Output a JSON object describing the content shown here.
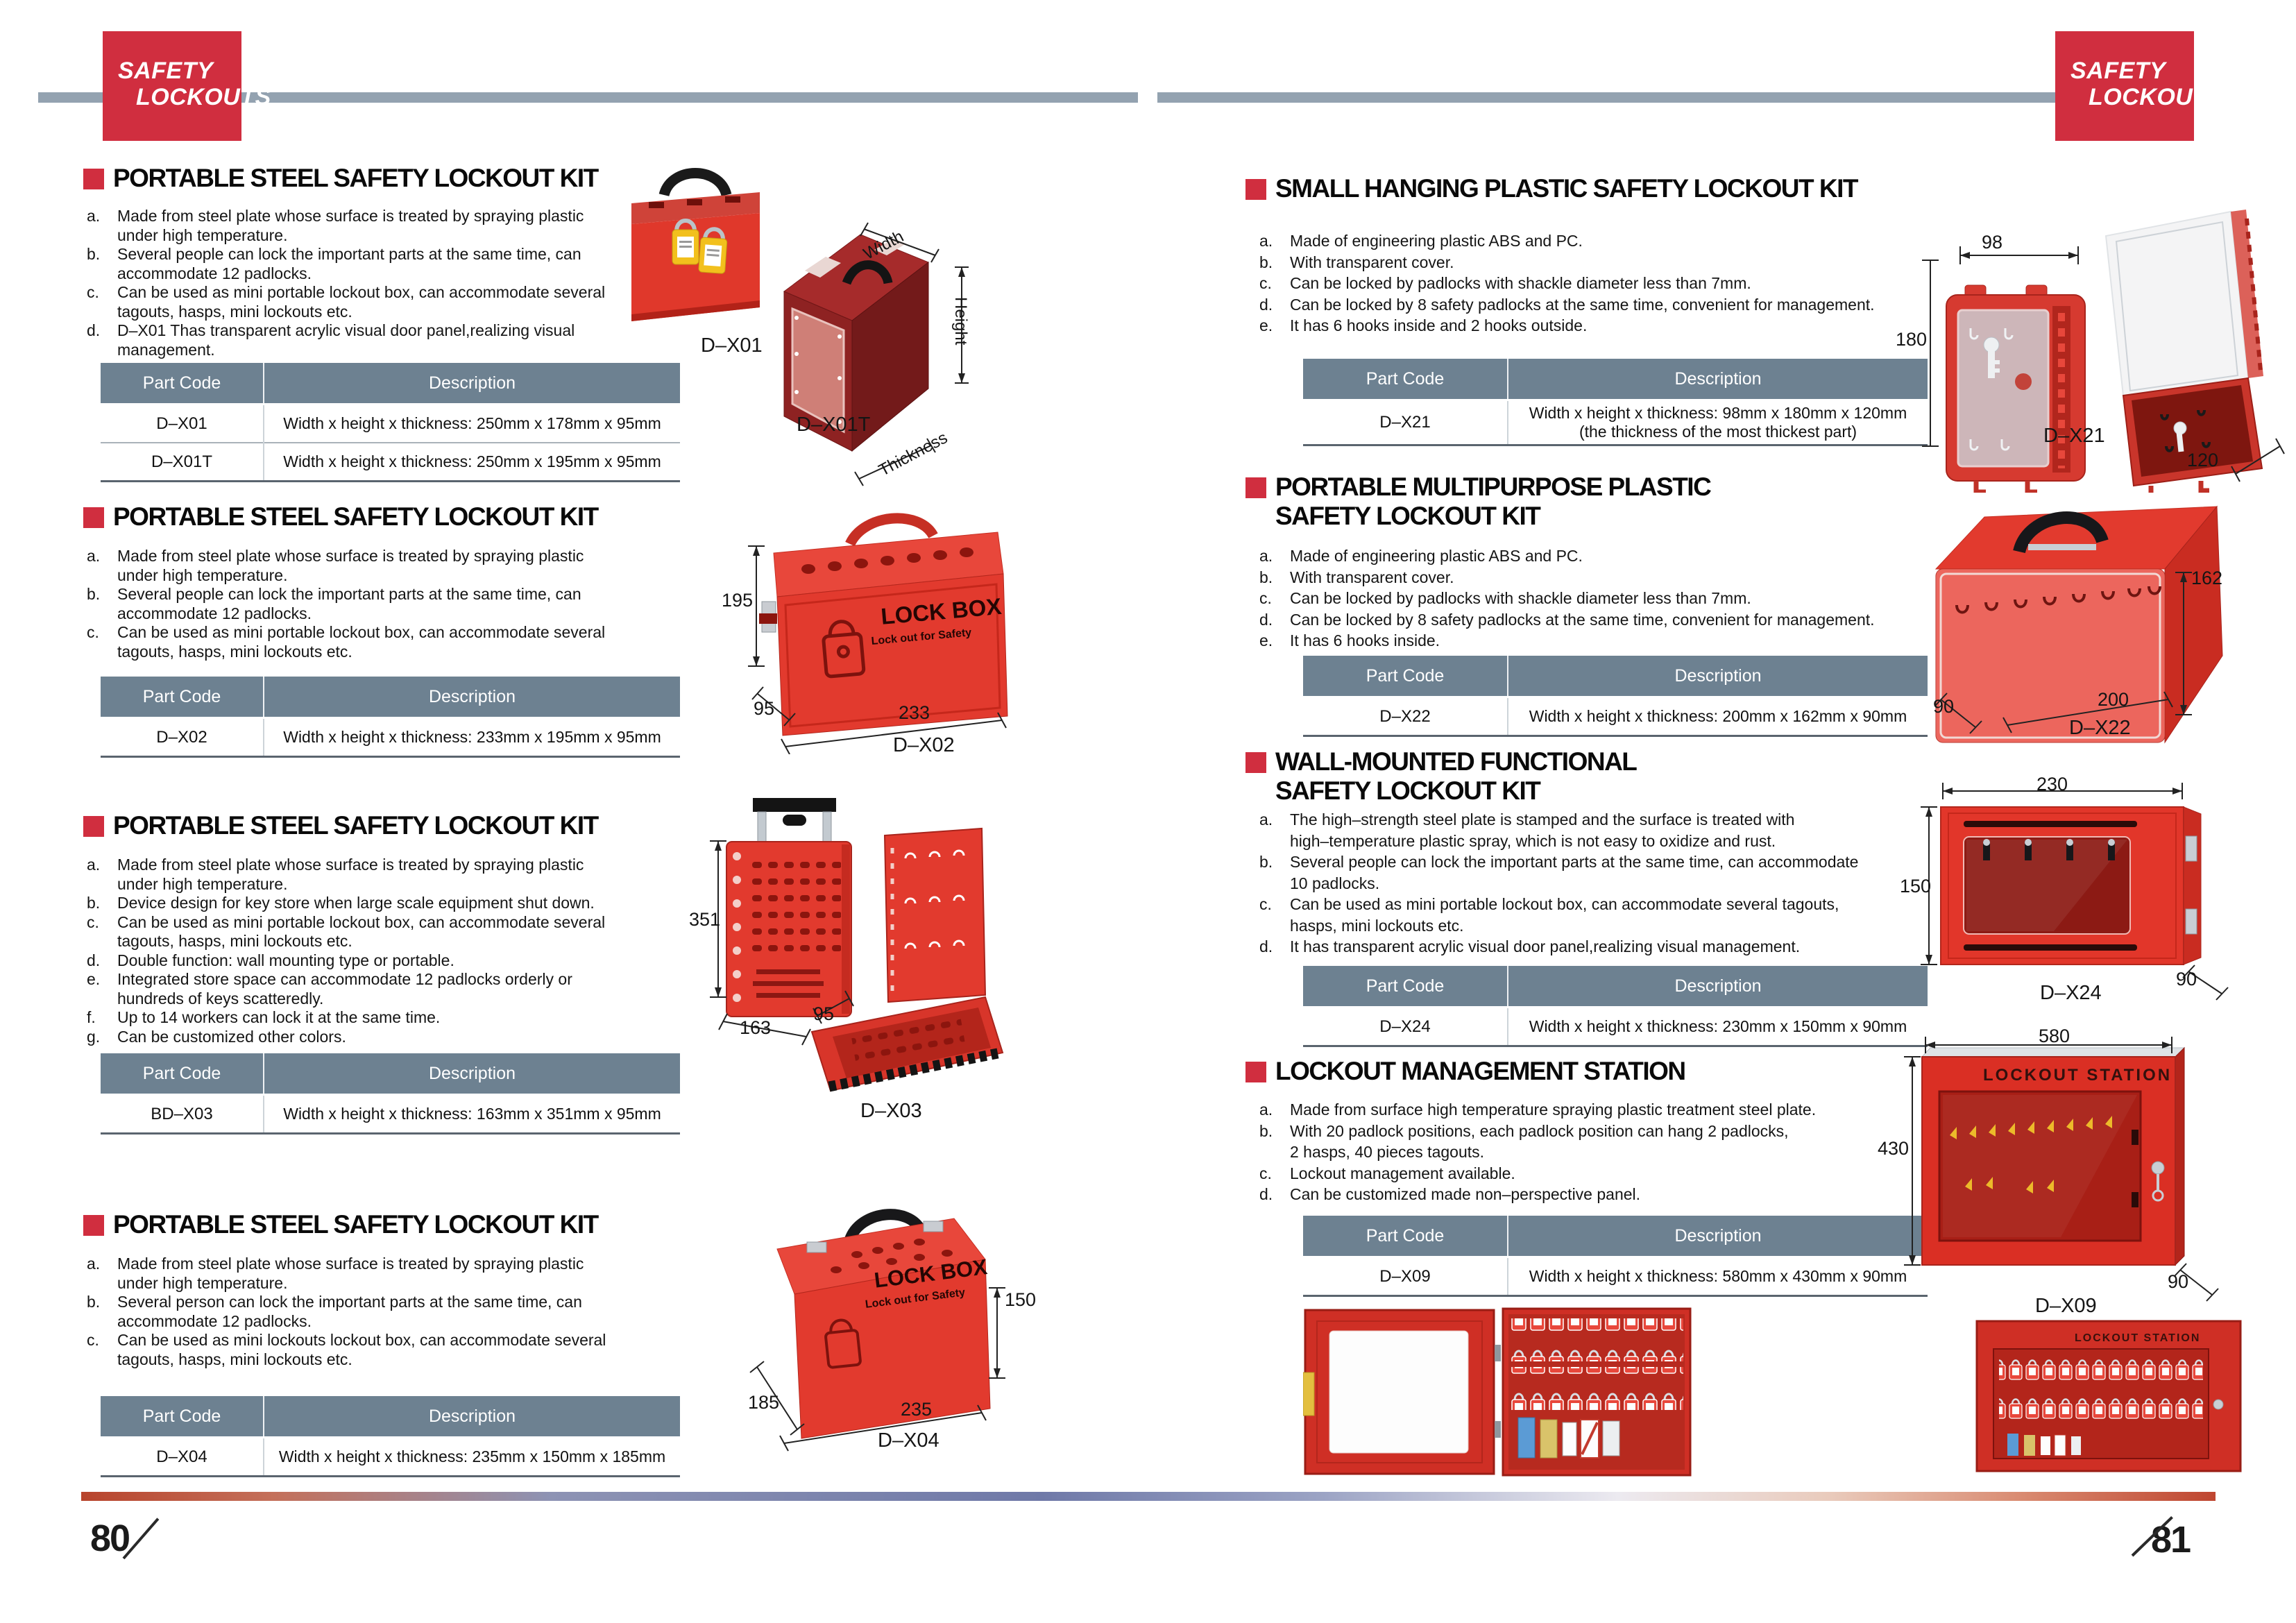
{
  "header": {
    "logo_line1": "SAFETY",
    "logo_line2": "LOCKOUTS"
  },
  "footer": {
    "page_number_left": "80",
    "page_number_right": "81"
  },
  "table_headers": {
    "part_code": "Part Code",
    "description": "Description"
  },
  "left_sections": [
    {
      "title": "PORTABLE STEEL SAFETY LOCKOUT KIT",
      "items": [
        {
          "label": "a.",
          "text": "Made from steel plate whose surface is treated by spraying plastic\nunder high temperature."
        },
        {
          "label": "b.",
          "text": "Several people can lock the important parts at the same time, can\naccommodate 12 padlocks."
        },
        {
          "label": "c.",
          "text": "Can be used as mini portable lockout box, can accommodate several\ntagouts, hasps, mini lockouts etc."
        },
        {
          "label": "d.",
          "text": "D–X01 Thas transparent acrylic visual door panel,realizing visual\nmanagement."
        }
      ],
      "rows": [
        {
          "code": "D–X01",
          "desc": "Width x height x thickness: 250mm x 178mm x 95mm"
        },
        {
          "code": "D–X01T",
          "desc": "Width x height x thickness: 250mm x 195mm x 95mm"
        }
      ]
    },
    {
      "title": "PORTABLE STEEL SAFETY LOCKOUT KIT",
      "items": [
        {
          "label": "a.",
          "text": "Made from steel plate whose surface is treated by spraying plastic\nunder high temperature."
        },
        {
          "label": "b.",
          "text": "Several people can lock the important parts at the same time, can\naccommodate 12 padlocks."
        },
        {
          "label": "c.",
          "text": "Can be used as mini portable lockout box, can accommodate several\ntagouts, hasps, mini lockouts etc."
        }
      ],
      "rows": [
        {
          "code": "D–X02",
          "desc": "Width x height x thickness: 233mm x 195mm x 95mm"
        }
      ]
    },
    {
      "title": "PORTABLE STEEL SAFETY LOCKOUT KIT",
      "items": [
        {
          "label": "a.",
          "text": "Made from steel plate whose surface is treated by spraying plastic\nunder high temperature."
        },
        {
          "label": "b.",
          "text": "Device design for key store when large scale equipment shut down."
        },
        {
          "label": "c.",
          "text": "Can be used as mini portable lockout box, can accommodate several\ntagouts, hasps, mini lockouts etc."
        },
        {
          "label": "d.",
          "text": "Double function: wall mounting type or portable."
        },
        {
          "label": "e.",
          "text": "Integrated store space can accommodate 12 padlocks orderly or\nhundreds of keys scatteredly."
        },
        {
          "label": "f.",
          "text": "Up to 14 workers can lock it at the same time."
        },
        {
          "label": "g.",
          "text": "Can be customized other colors."
        }
      ],
      "rows": [
        {
          "code": "BD–X03",
          "desc": "Width x height x thickness: 163mm x 351mm x 95mm"
        }
      ]
    },
    {
      "title": "PORTABLE STEEL SAFETY LOCKOUT KIT",
      "items": [
        {
          "label": "a.",
          "text": "Made from steel plate whose surface is treated by spraying plastic\nunder high temperature."
        },
        {
          "label": "b.",
          "text": "Several person can lock the important parts at the same time, can\naccommodate 12 padlocks."
        },
        {
          "label": "c.",
          "text": "Can be used as mini lockouts lockout box, can accommodate several\ntagouts, hasps, mini lockouts etc."
        }
      ],
      "rows": [
        {
          "code": "D–X04",
          "desc": "Width x height x thickness: 235mm x 150mm x 185mm"
        }
      ]
    }
  ],
  "right_sections": [
    {
      "title": "SMALL HANGING PLASTIC SAFETY LOCKOUT KIT",
      "items": [
        {
          "label": "a.",
          "text": "Made of engineering plastic ABS and PC."
        },
        {
          "label": "b.",
          "text": "With transparent cover."
        },
        {
          "label": "c.",
          "text": "Can be locked by padlocks with shackle diameter less than 7mm."
        },
        {
          "label": "d.",
          "text": "Can be locked by 8 safety padlocks at the same time, convenient for management."
        },
        {
          "label": "e.",
          "text": "It has 6 hooks inside and 2 hooks outside."
        }
      ],
      "rows": [
        {
          "code": "D–X21",
          "desc": "Width x height x thickness: 98mm x 180mm x 120mm\n(the thickness of the most thickest part)"
        }
      ]
    },
    {
      "title": "PORTABLE MULTIPURPOSE PLASTIC\nSAFETY LOCKOUT KIT",
      "items": [
        {
          "label": "a.",
          "text": "Made of engineering plastic ABS and PC."
        },
        {
          "label": "b.",
          "text": "With transparent cover."
        },
        {
          "label": "c.",
          "text": "Can be locked by padlocks with shackle diameter less than 7mm."
        },
        {
          "label": "d.",
          "text": "Can be locked by 8 safety padlocks at the same time, convenient for management."
        },
        {
          "label": "e.",
          "text": "It has 6 hooks inside."
        }
      ],
      "rows": [
        {
          "code": "D–X22",
          "desc": "Width x height x thickness: 200mm x 162mm x 90mm"
        }
      ]
    },
    {
      "title": "WALL-MOUNTED FUNCTIONAL\nSAFETY LOCKOUT KIT",
      "items": [
        {
          "label": "a.",
          "text": "The high–strength steel plate is stamped and the surface is treated with\nhigh–temperature plastic spray, which is not easy to oxidize and rust."
        },
        {
          "label": "b.",
          "text": "Several people can lock the important parts at the same time, can accommodate\n10 padlocks."
        },
        {
          "label": "c.",
          "text": "Can be used as mini portable lockout box, can accommodate several tagouts,\nhasps, mini lockouts etc."
        },
        {
          "label": "d.",
          "text": "It has transparent acrylic visual door panel,realizing visual management."
        }
      ],
      "rows": [
        {
          "code": "D–X24",
          "desc": "Width x height x thickness: 230mm x 150mm x 90mm"
        }
      ]
    },
    {
      "title": "LOCKOUT MANAGEMENT STATION",
      "items": [
        {
          "label": "a.",
          "text": "Made from surface high temperature spraying plastic treatment steel plate."
        },
        {
          "label": "b.",
          "text": "With 20 padlock positions, each padlock position can hang 2 padlocks,\n2 hasps, 40 pieces tagouts."
        },
        {
          "label": "c.",
          "text": "Lockout management available."
        },
        {
          "label": "d.",
          "text": "Can be customized made non–perspective panel."
        }
      ],
      "rows": [
        {
          "code": "D–X09",
          "desc": "Width x height x thickness: 580mm x 430mm x 90mm"
        }
      ]
    }
  ],
  "figures": {
    "dx01": {
      "label": "D–X01"
    },
    "dx01t": {
      "label": "D–X01T",
      "width_text": "Width",
      "height_text": "Height",
      "thickness_text": "Thickness"
    },
    "dx02": {
      "label": "D–X02",
      "dim_height": "195",
      "dim_thickness": "95",
      "dim_width": "233",
      "box_title": "LOCK BOX",
      "box_subtitle": "Lock out for Safety"
    },
    "dx03": {
      "label": "D–X03",
      "dim_height": "351",
      "dim_width": "163",
      "dim_thickness": "95"
    },
    "dx04": {
      "label": "D–X04",
      "dim_height": "150",
      "dim_thickness": "185",
      "dim_width": "235",
      "box_title": "LOCK BOX",
      "box_subtitle": "Lock out for Safety"
    },
    "dx21": {
      "label": "D–X21",
      "dim_width": "98",
      "dim_height": "180",
      "dim_thickness": "120"
    },
    "dx22": {
      "label": "D–X22",
      "dim_height": "162",
      "dim_width": "200",
      "dim_thickness": "90"
    },
    "dx24": {
      "label": "D–X24",
      "dim_width": "230",
      "dim_height": "150",
      "dim_thickness": "90"
    },
    "dx09": {
      "label": "D–X09",
      "dim_width": "580",
      "dim_height": "430",
      "dim_thickness": "90",
      "station_title": "LOCKOUT STATION"
    },
    "photo2": {
      "station_title": "LOCKOUT STATION"
    }
  },
  "colors": {
    "accent_red": "#d02e3f",
    "table_header": "#6d8191",
    "header_bar": "#93a2b0",
    "product_red": "#e23a2e",
    "dark_red": "#8e2424"
  }
}
